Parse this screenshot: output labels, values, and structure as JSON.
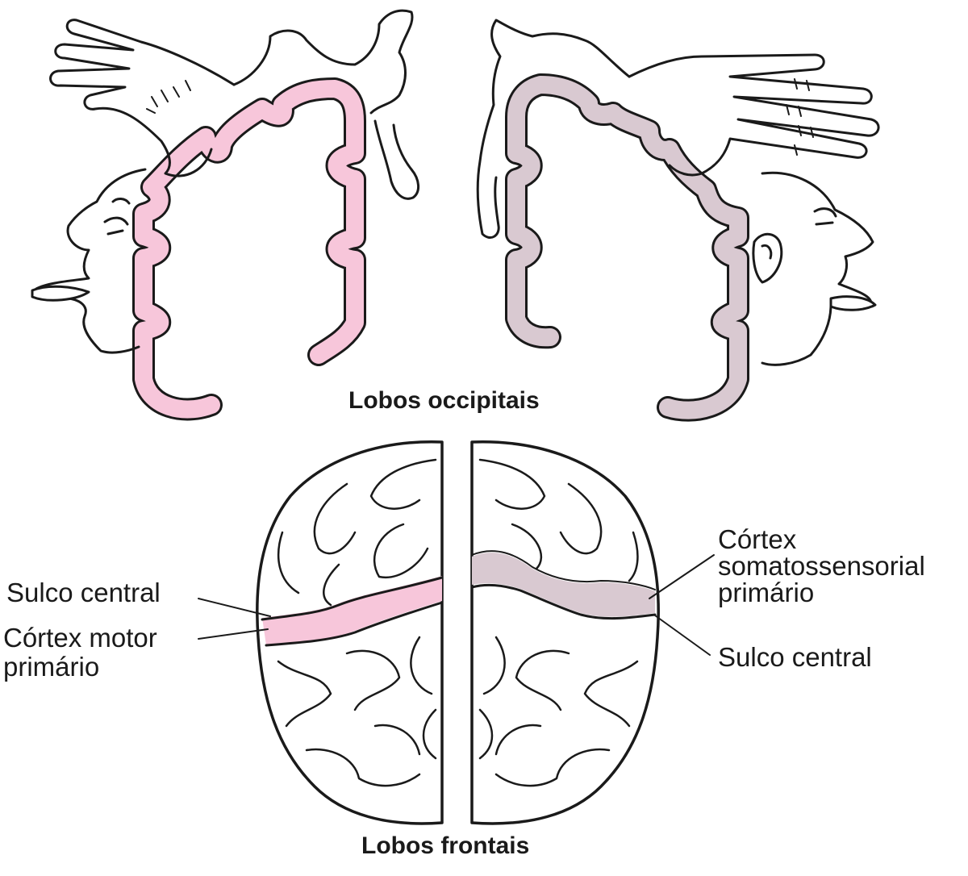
{
  "labels": {
    "occipital": "Lobos occipitais",
    "frontal": "Lobos frontais",
    "left_sulcus": "Sulco central",
    "left_motor_line1": "Córtex motor",
    "left_motor_line2": "primário",
    "right_sensory_line1": "Córtex",
    "right_sensory_line2": "somatossensorial",
    "right_sensory_line3": "primário",
    "right_sulcus": "Sulco central"
  },
  "colors": {
    "motor_cortex": "#f7c6da",
    "sensory_cortex": "#d9c9d1",
    "outline": "#1a1a1a",
    "background": "#ffffff"
  },
  "icons": {
    "left_figure": "motor-homunculus-icon",
    "right_figure": "sensory-homunculus-icon"
  }
}
